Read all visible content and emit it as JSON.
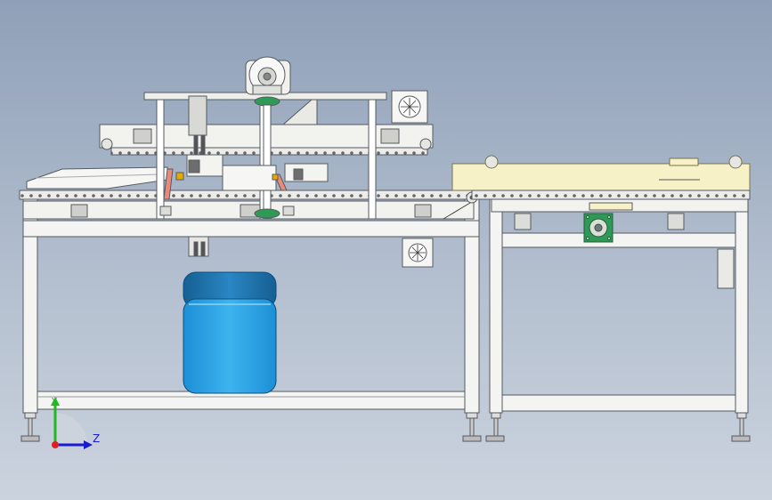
{
  "viewport": {
    "background_top": "#8fa0b8",
    "background_bottom": "#cbd3de"
  },
  "colors": {
    "frame": "#f4f4f2",
    "frame_stroke": "#555a60",
    "conveyor_belt": "#e9e9e6",
    "yellow_module": "#f7f1c8",
    "bin": "#2fa6e6",
    "bin_top": "#1f7fbf",
    "green_part": "#2f9a56",
    "red_arm": "#e88a7a",
    "dark_block": "#6d6d6d"
  },
  "components": {
    "left_frame": "main-conveyor-frame",
    "right_frame": "secondary-conveyor-frame",
    "collection_bin": "blue-collection-bin",
    "motor_unit": "top-motor-assembly",
    "fan_units": [
      "upper-fan-unit",
      "lower-fan-unit"
    ],
    "gear_motor": "green-gear-motor"
  },
  "triad": {
    "y_label": "Y",
    "z_label": "Z",
    "y_color": "#22b822",
    "z_color": "#1a1ad0",
    "origin_color": "#e02020"
  }
}
